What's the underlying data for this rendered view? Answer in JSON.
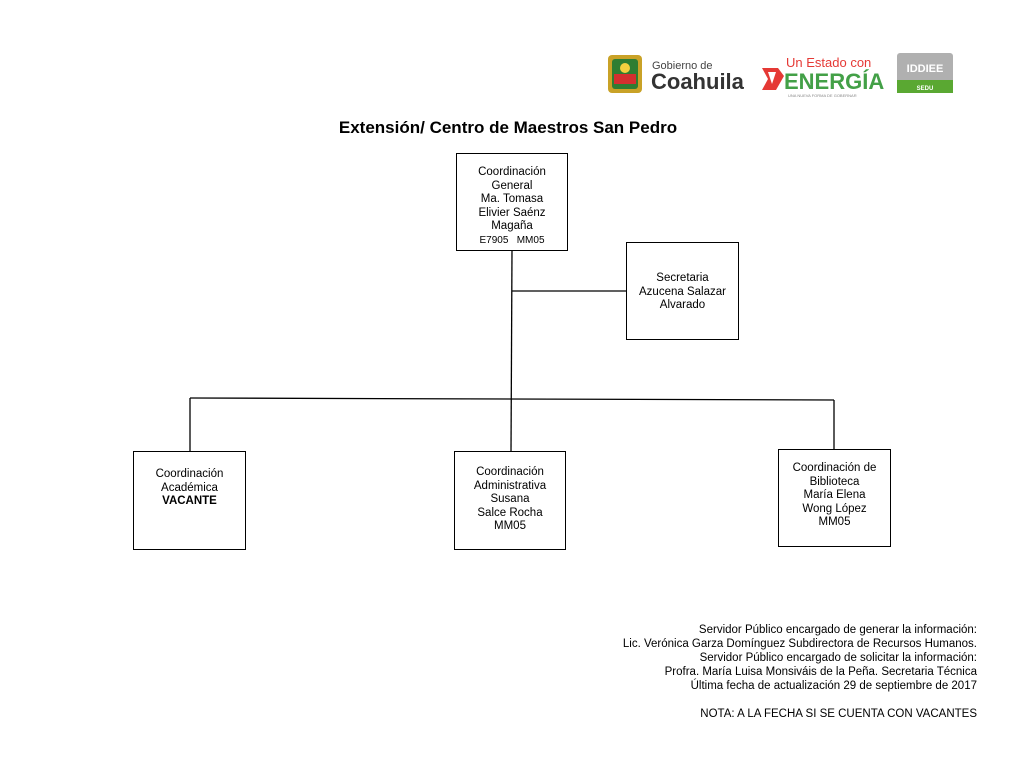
{
  "title": "Extensión/ Centro de Maestros San Pedro",
  "logos": {
    "coahuila_small": "Gobierno de",
    "coahuila_big": "Coahuila",
    "energia_top": "Un Estado con",
    "energia_big": "ENERGÍA",
    "energia_tag": "UNA NUEVA FORMA DE GOBERNAR",
    "iddiee": "IDDIEE",
    "sedu": "SEDU"
  },
  "colors": {
    "coahuila_green": "#2e7d32",
    "energia_red": "#e53935",
    "energia_green": "#43a047",
    "iddiee_gray": "#b0b0b0",
    "sedu_green": "#5aa832"
  },
  "nodes": {
    "general": {
      "lines": [
        "Coordinación",
        "General",
        "Ma. Tomasa",
        "Elivier Saénz",
        "Magaña"
      ],
      "code": "E7905   MM05"
    },
    "secretaria": {
      "lines": [
        "Secretaria",
        "Azucena Salazar",
        "Alvarado"
      ]
    },
    "academica": {
      "lines": [
        "Coordinación",
        "Académica"
      ],
      "status": "VACANTE"
    },
    "administrativa": {
      "lines": [
        "Coordinación",
        "Administrativa",
        "Susana",
        "Salce Rocha",
        "MM05"
      ]
    },
    "biblioteca": {
      "lines": [
        "Coordinación de",
        "Biblioteca",
        "María Elena",
        "Wong López",
        "MM05"
      ]
    }
  },
  "footer": {
    "lines": [
      "Servidor Público encargado de generar la información:",
      "Lic. Verónica Garza Domínguez Subdirectora de Recursos Humanos.",
      "Servidor Público encargado de solicitar la información:",
      "Profra. María Luisa Monsiváis de la Peña. Secretaria Técnica",
      "Última fecha de actualización 29 de septiembre de 2017"
    ],
    "note": "NOTA: A LA FECHA SI SE CUENTA CON VACANTES"
  }
}
